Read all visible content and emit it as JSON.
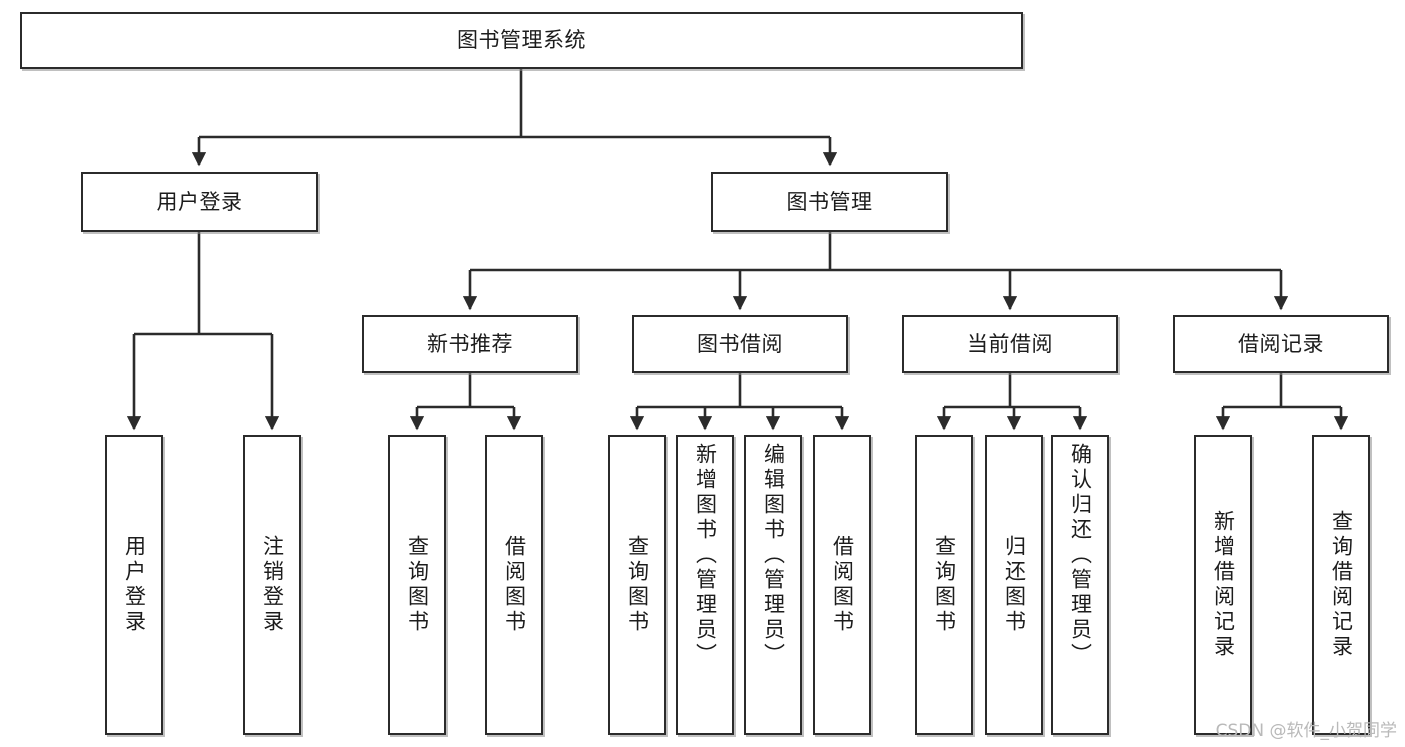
{
  "diagram": {
    "title_node": {
      "label": "图书管理系统"
    },
    "level2": [
      {
        "id": "user-login",
        "label": "用户登录"
      },
      {
        "id": "book-manage",
        "label": "图书管理"
      }
    ],
    "level3": [
      {
        "id": "new-book-recommend",
        "label": "新书推荐"
      },
      {
        "id": "book-borrow",
        "label": "图书借阅"
      },
      {
        "id": "current-borrow",
        "label": "当前借阅"
      },
      {
        "id": "borrow-record",
        "label": "借阅记录"
      }
    ],
    "leaves": {
      "user_login": [
        {
          "id": "leaf-user-login",
          "label": "用户登录"
        },
        {
          "id": "leaf-user-logout",
          "label": "注销登录"
        }
      ],
      "new_book_recommend": [
        {
          "id": "leaf-query-book-1",
          "label": "查询图书"
        },
        {
          "id": "leaf-borrow-book-1",
          "label": "借阅图书"
        }
      ],
      "book_borrow": [
        {
          "id": "leaf-query-book-2",
          "label": "查询图书"
        },
        {
          "id": "leaf-add-book",
          "label": "新增图书（管理员）"
        },
        {
          "id": "leaf-edit-book",
          "label": "编辑图书（管理员）"
        },
        {
          "id": "leaf-borrow-book-2",
          "label": "借阅图书"
        }
      ],
      "current_borrow": [
        {
          "id": "leaf-query-book-3",
          "label": "查询图书"
        },
        {
          "id": "leaf-return-book",
          "label": "归还图书"
        },
        {
          "id": "leaf-confirm-return",
          "label": "确认归还（管理员）"
        }
      ],
      "borrow_record": [
        {
          "id": "leaf-add-record",
          "label": "新增借阅记录"
        },
        {
          "id": "leaf-query-record",
          "label": "查询借阅记录"
        }
      ]
    },
    "watermark": "CSDN @软件_小贺同学",
    "colors": {
      "stroke": "#2b2b2b",
      "node_fill": "#ffffff",
      "text": "#1c1c1c",
      "watermark": "#b9b9b9",
      "background": "#ffffff"
    }
  }
}
